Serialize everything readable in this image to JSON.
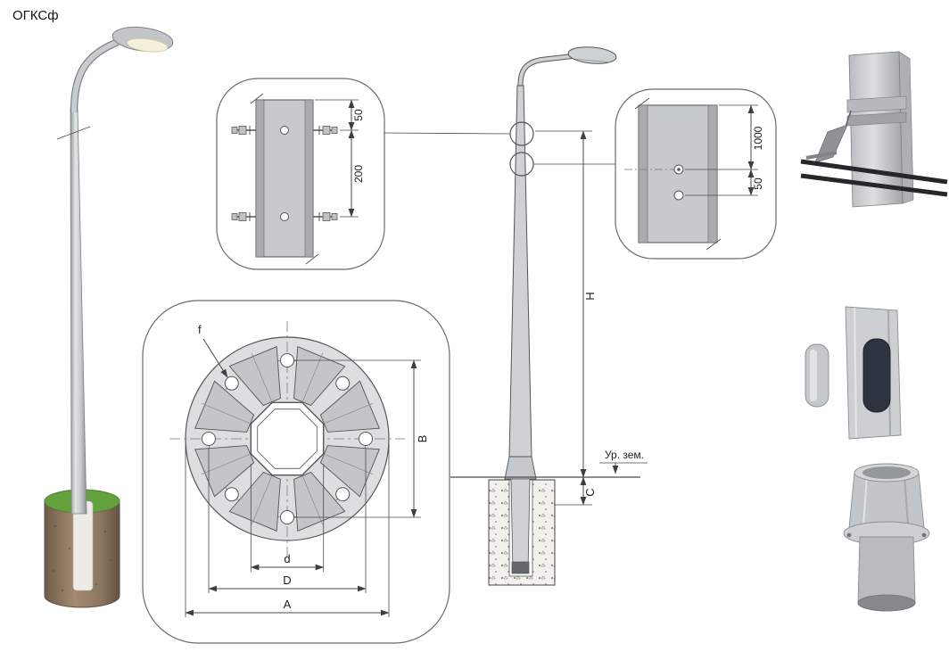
{
  "title": "ОГКСф",
  "colors": {
    "line": "#4a4a4a",
    "metal_light": "#d6d8da",
    "metal_mid": "#c3c6c8",
    "metal_dark": "#9da1a4",
    "cable": "#24282b",
    "grass": "#64a23e",
    "soil": "#8d7660",
    "hand_hole": "#2d3440"
  },
  "detail_top": {
    "offset_top": "50",
    "bolt_spacing": "200"
  },
  "detail_right": {
    "height_to_hole": "1000",
    "hole_offset": "50"
  },
  "flange": {
    "hole_label": "f",
    "bolt_span": "B",
    "inner_width": "d",
    "bolt_circle": "D",
    "outer_dia": "A"
  },
  "elevation": {
    "height": "H",
    "embed_depth": "C",
    "ground_label": "Ур. зем."
  }
}
